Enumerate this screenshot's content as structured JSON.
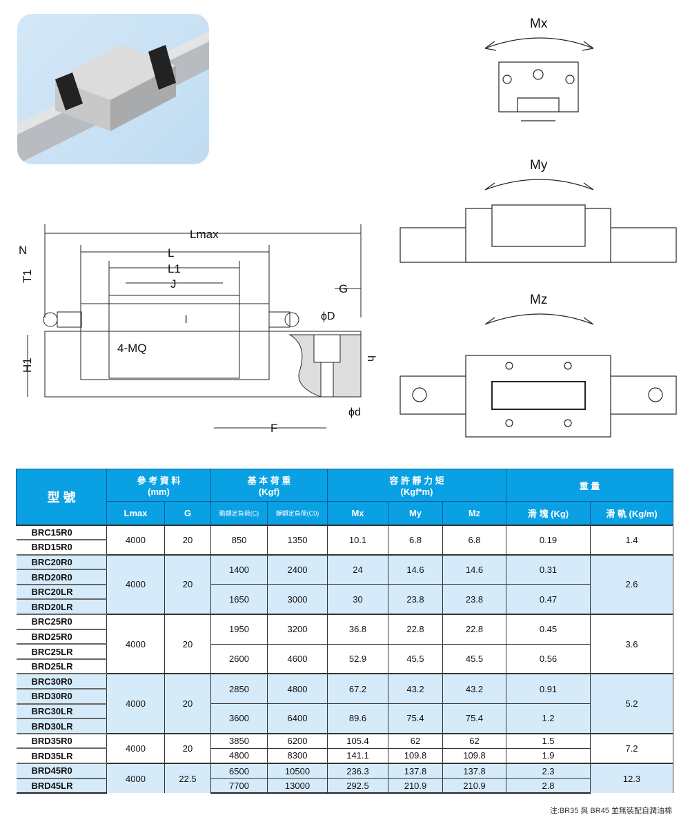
{
  "diagram": {
    "dims": {
      "lmax": "Lmax",
      "l": "L",
      "l1": "L1",
      "j": "J",
      "n": "N",
      "t1": "T1",
      "h1": "H1",
      "g": "G",
      "D": "ϕD",
      "h": "h",
      "d": "ϕd",
      "f": "F",
      "mq": "4-MQ",
      "ell": "l"
    },
    "moments": {
      "mx": "Mx",
      "my": "My",
      "mz": "Mz"
    }
  },
  "table": {
    "header": {
      "model": "型 號",
      "ref": "參 考 資 料",
      "ref_unit": "(mm)",
      "load": "基 本 荷 重",
      "load_unit": "(Kgf)",
      "moment": "容 許 靜 力 矩",
      "moment_unit": "(Kgf*m)",
      "weight": "重 量",
      "lmax": "Lmax",
      "g": "G",
      "c": "動額定負荷(C)",
      "c0": "靜額定負荷(C0)",
      "mx": "Mx",
      "my": "My",
      "mz": "Mz",
      "block": "滑 塊 (Kg)",
      "rail": "滑 軌 (Kg/m)"
    },
    "groups": [
      {
        "lmax": "4000",
        "g": "20",
        "rail": "1.4",
        "rows": [
          {
            "models": [
              "BRC15R0",
              "BRD15R0"
            ],
            "c": "850",
            "c0": "1350",
            "mx": "10.1",
            "my": "6.8",
            "mz": "6.8",
            "block": "0.19"
          }
        ]
      },
      {
        "lmax": "4000",
        "g": "20",
        "rail": "2.6",
        "rows": [
          {
            "models": [
              "BRC20R0",
              "BRD20R0"
            ],
            "c": "1400",
            "c0": "2400",
            "mx": "24",
            "my": "14.6",
            "mz": "14.6",
            "block": "0.31"
          },
          {
            "models": [
              "BRC20LR",
              "BRD20LR"
            ],
            "c": "1650",
            "c0": "3000",
            "mx": "30",
            "my": "23.8",
            "mz": "23.8",
            "block": "0.47"
          }
        ]
      },
      {
        "lmax": "4000",
        "g": "20",
        "rail": "3.6",
        "rows": [
          {
            "models": [
              "BRC25R0",
              "BRD25R0"
            ],
            "c": "1950",
            "c0": "3200",
            "mx": "36.8",
            "my": "22.8",
            "mz": "22.8",
            "block": "0.45"
          },
          {
            "models": [
              "BRC25LR",
              "BRD25LR"
            ],
            "c": "2600",
            "c0": "4600",
            "mx": "52.9",
            "my": "45.5",
            "mz": "45.5",
            "block": "0.56"
          }
        ]
      },
      {
        "lmax": "4000",
        "g": "20",
        "rail": "5.2",
        "rows": [
          {
            "models": [
              "BRC30R0",
              "BRD30R0"
            ],
            "c": "2850",
            "c0": "4800",
            "mx": "67.2",
            "my": "43.2",
            "mz": "43.2",
            "block": "0.91"
          },
          {
            "models": [
              "BRC30LR",
              "BRD30LR"
            ],
            "c": "3600",
            "c0": "6400",
            "mx": "89.6",
            "my": "75.4",
            "mz": "75.4",
            "block": "1.2"
          }
        ]
      },
      {
        "lmax": "4000",
        "g": "20",
        "rail": "7.2",
        "rows": [
          {
            "models": [
              "BRD35R0"
            ],
            "c": "3850",
            "c0": "6200",
            "mx": "105.4",
            "my": "62",
            "mz": "62",
            "block": "1.5"
          },
          {
            "models": [
              "BRD35LR"
            ],
            "c": "4800",
            "c0": "8300",
            "mx": "141.1",
            "my": "109.8",
            "mz": "109.8",
            "block": "1.9"
          }
        ]
      },
      {
        "lmax": "4000",
        "g": "22.5",
        "rail": "12.3",
        "rows": [
          {
            "models": [
              "BRD45R0"
            ],
            "c": "6500",
            "c0": "10500",
            "mx": "236.3",
            "my": "137.8",
            "mz": "137.8",
            "block": "2.3"
          },
          {
            "models": [
              "BRD45LR"
            ],
            "c": "7700",
            "c0": "13000",
            "mx": "292.5",
            "my": "210.9",
            "mz": "210.9",
            "block": "2.8"
          }
        ]
      }
    ]
  },
  "note": "注:BR35 與 BR45 並無裝配自潤油棉"
}
